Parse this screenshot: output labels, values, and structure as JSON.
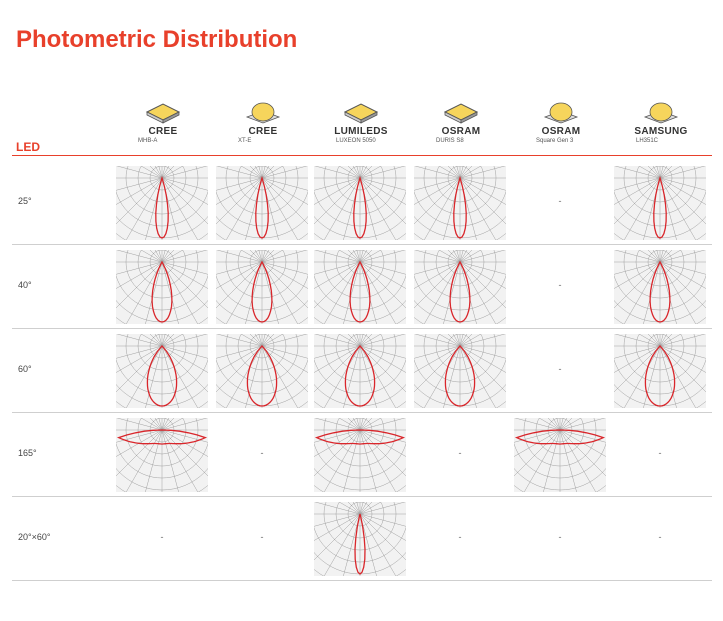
{
  "title": "Photometric Distribution",
  "led_header": "LED",
  "columns": [
    {
      "brand": "CREE",
      "model": "MHB-A",
      "chip": "square-led-chip-icon"
    },
    {
      "brand": "CREE",
      "model": "XT-E",
      "chip": "dome-led-chip-icon"
    },
    {
      "brand": "LUMILEDS",
      "model": "LUXEON 5050",
      "chip": "square-led-chip-icon"
    },
    {
      "brand": "OSRAM",
      "model": "DURIS S8",
      "chip": "square-led-chip-icon"
    },
    {
      "brand": "OSRAM",
      "model": "Square Gen 3",
      "chip": "dome-led-chip-icon"
    },
    {
      "brand": "SAMSUNG",
      "model": "LH351C",
      "chip": "dome-led-chip-icon"
    }
  ],
  "rows": [
    {
      "angle": "25°",
      "cells": [
        "diagram",
        "diagram",
        "diagram",
        "diagram",
        "-",
        "diagram"
      ],
      "beam": 25
    },
    {
      "angle": "40°",
      "cells": [
        "diagram",
        "diagram",
        "diagram",
        "diagram",
        "-",
        "diagram"
      ],
      "beam": 40
    },
    {
      "angle": "60°",
      "cells": [
        "diagram",
        "diagram",
        "diagram",
        "diagram",
        "-",
        "diagram"
      ],
      "beam": 60
    },
    {
      "angle": "165°",
      "cells": [
        "diagram",
        "-",
        "diagram",
        "-",
        "diagram",
        "-"
      ],
      "beam": 165
    },
    {
      "angle": "20°×60°",
      "cells": [
        "-",
        "-",
        "diagram",
        "-",
        "-",
        "-"
      ],
      "beam": 20
    }
  ],
  "colors": {
    "accent": "#e8402b",
    "curve": "#d9262b",
    "grid": "#9a9a9a",
    "chip": "#f6d55c"
  }
}
